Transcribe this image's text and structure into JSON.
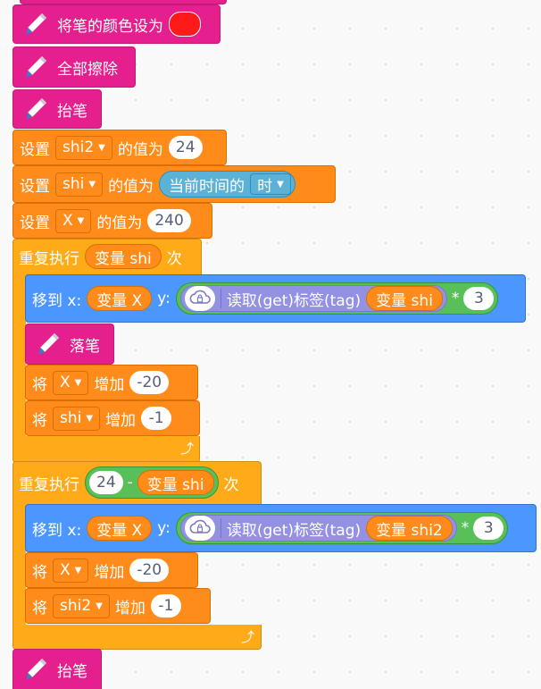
{
  "colors": {
    "pen": "#e51f8d",
    "variables": "#ff8c1a",
    "control": "#ffab19",
    "motion": "#4c97ff",
    "operators": "#59c059",
    "extension": "#9391e3",
    "sensing": "#5cb1d6",
    "pen_color_value": "#ff1a1a"
  },
  "blocks": {
    "set_pen_color": {
      "label": "将笔的颜色设为"
    },
    "clear": {
      "label": "全部擦除"
    },
    "pen_up_1": {
      "label": "抬笔"
    },
    "set_shi2": {
      "set": "设置",
      "var": "shi2",
      "to": "的值为",
      "value": "24"
    },
    "set_shi": {
      "set": "设置",
      "var": "shi",
      "to": "的值为",
      "reporter_prefix": "当前时间的",
      "reporter_option": "时"
    },
    "set_x": {
      "set": "设置",
      "var": "X",
      "to": "的值为",
      "value": "240"
    },
    "repeat1": {
      "label": "重复执行",
      "count_var": "变量 shi",
      "suffix": "次",
      "goto": {
        "label": "移到 x:",
        "x_var": "变量 X",
        "y_label": "y:",
        "ext_label": "读取(get)标签(tag)",
        "tag_var": "变量 shi",
        "op": "*",
        "factor": "3"
      },
      "pen_down": {
        "label": "落笔"
      },
      "change_x": {
        "label": "将",
        "var": "X",
        "change": "增加",
        "value": "-20"
      },
      "change_shi": {
        "label": "将",
        "var": "shi",
        "change": "增加",
        "value": "-1"
      }
    },
    "repeat2": {
      "label": "重复执行",
      "count_num": "24",
      "op": "-",
      "count_var": "变量 shi",
      "suffix": "次",
      "goto": {
        "label": "移到 x:",
        "x_var": "变量 X",
        "y_label": "y:",
        "ext_label": "读取(get)标签(tag)",
        "tag_var": "变量 shi2",
        "op": "*",
        "factor": "3"
      },
      "change_x": {
        "label": "将",
        "var": "X",
        "change": "增加",
        "value": "-20"
      },
      "change_shi2": {
        "label": "将",
        "var": "shi2",
        "change": "增加",
        "value": "-1"
      }
    },
    "pen_up_2": {
      "label": "抬笔"
    }
  }
}
